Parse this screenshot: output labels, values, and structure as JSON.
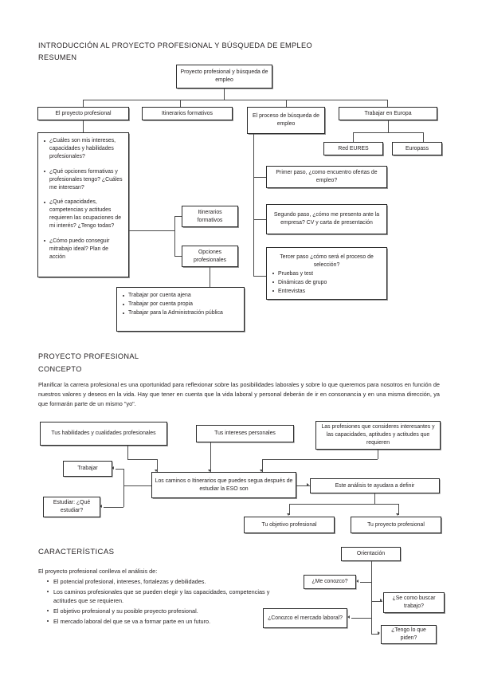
{
  "document": {
    "section1": {
      "title": "INTRODUCCIÓN AL PROYECTO PROFESIONAL Y BÚSQUEDA DE EMPLEO",
      "subtitle": "RESUMEN",
      "diagram": {
        "root": "Proyecto profesional y búsqueda de empleo",
        "branch1": "El proyecto profesional",
        "branch2": "Itinerarios formativos",
        "branch3": "El proceso de búsqueda de empleo",
        "branch4": "Trabajar en Europa",
        "europe_child1": "Red EURES",
        "europe_child2": "Europass",
        "questions": [
          "¿Cuáles son mis intereses, capacidades y habilidades profesionales?",
          "¿Qué opciones formativas y profesionales tengo? ¿Cuáles me interesan?",
          "¿Qué capacidades, competencias y actitudes requieren las ocupaciones de mi interés? ¿Tengo todas?",
          "¿Cómo puedo conseguir mitrabajo ideal? Plan de acción"
        ],
        "itinerarios_box": "Itinerarios formativos",
        "opciones_box": "Opciones profesionales",
        "trabajo_options": [
          "Trabajar por cuenta ajena",
          "Trabajar por cuenta propia",
          "Trabajar para la Administración pública"
        ],
        "step1": "Primer paso, ¿como encuentro ofertas de empleo?",
        "step2": "Segundo paso, ¿cómo me presento ante la empresa? CV y carta de presentación",
        "step3_caption": "Tercer paso ¿cómo será el proceso de selección?",
        "step3_items": [
          "Pruebas y test",
          "Dinámicas de grupo",
          "Entrevistas"
        ]
      }
    },
    "section2": {
      "title": "PROYECTO PROFESIONAL",
      "subtitle": "CONCEPTO",
      "paragraph": "Planificar la carrera profesional es una oportunidad para reflexionar sobre las posibilidades laborales y sobre lo que queremos para nosotros en función de nuestros valores y deseos en la vida. Hay que tener en cuenta que la vida laboral y personal deberán de ir en consonancia y en una misma dirección, ya que formarán parte de un mismo \"yo\".",
      "diagram": {
        "top_left": "Tus habilidades y cualidades profesionales",
        "top_mid": "Tus intereses personales",
        "top_right": "Las profesiones que consideres interesantes y las capacidades, aptitudes y actitudes que requieren",
        "left_upper": "Trabajar",
        "left_lower": "Estudiar: ¿Qué estudiar?",
        "center": "Los caminos o Itinerarios que puedes segua después de estudiar la ESO son",
        "right": "Este análisis te ayudara a definir",
        "bottom_left": "Tu objetivo profesional",
        "bottom_right": "Tu proyecto profesional"
      }
    },
    "section3": {
      "title": "CARACTERÍSTICAS",
      "lead": "El proyecto profesional conlleva el análisis de:",
      "bullets": [
        "El potencial profesional, intereses, fortalezas y debilidades.",
        "Los caminos profesionales que se pueden elegir y las capacidades, competencias y actitudes que se requieren.",
        "El objetivo profesional y su posible proyecto profesional.",
        "El mercado laboral del que se va a formar parte en un futuro."
      ],
      "diagram": {
        "root": "Orientación",
        "q1": "¿Me conozco?",
        "q2": "¿Se como buscar trabajo?",
        "q3": "¿Conozco el mercado laboral?",
        "q4": "¿Tengo lo que piden?"
      }
    }
  }
}
